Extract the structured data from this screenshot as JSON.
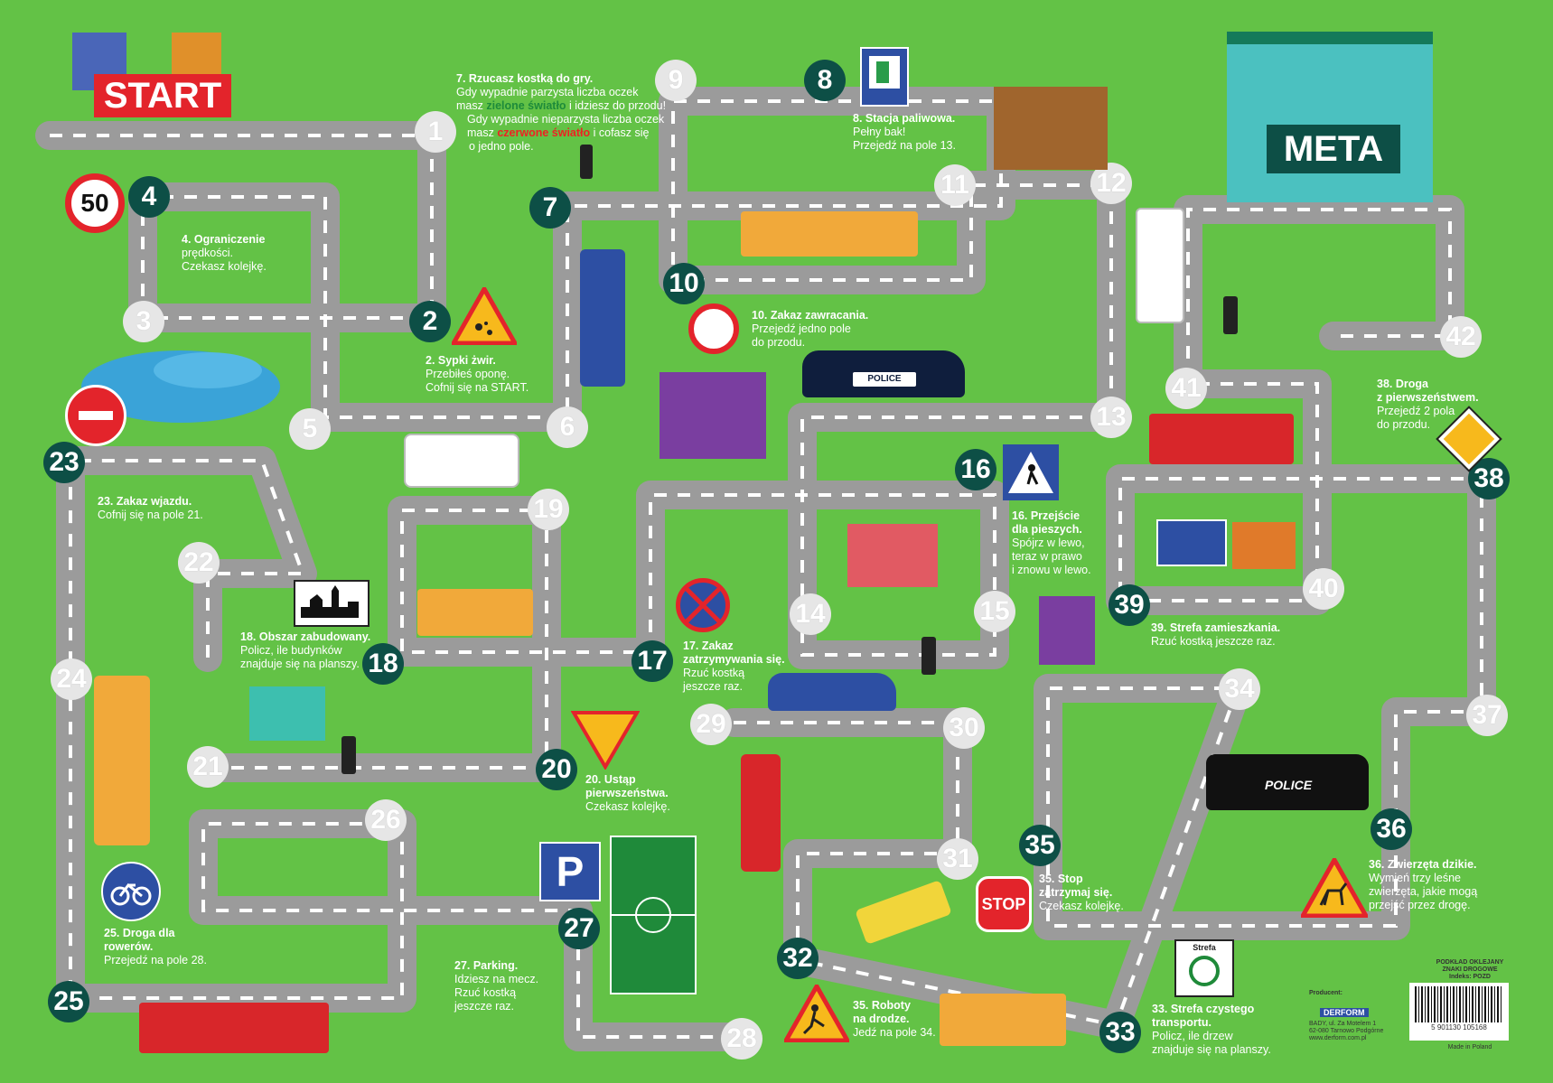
{
  "labels": {
    "start": "START",
    "meta": "META",
    "speed_limit": "50",
    "stop_sign": "STOP",
    "parking_sign": "P",
    "clean_zone_sign": "Strefa",
    "police_car": "POLICE",
    "police_suv": "POLICE",
    "brand": "DERFORM"
  },
  "fields": [
    "1",
    "2",
    "3",
    "4",
    "5",
    "6",
    "7",
    "8",
    "9",
    "10",
    "11",
    "12",
    "13",
    "14",
    "15",
    "16",
    "17",
    "18",
    "19",
    "20",
    "21",
    "22",
    "23",
    "24",
    "25",
    "26",
    "27",
    "28",
    "29",
    "30",
    "31",
    "32",
    "33",
    "34",
    "35",
    "36",
    "37",
    "38",
    "39",
    "40",
    "41",
    "42"
  ],
  "rules": {
    "r2": {
      "title": "2. Sypki żwir.",
      "lines": [
        "Przebiłeś oponę.",
        "Cofnij się na START."
      ]
    },
    "r4": {
      "title": "4. Ograniczenie",
      "lines": [
        "prędkości.",
        "Czekasz kolejkę."
      ]
    },
    "r7": {
      "title": "7. Rzucasz kostką do gry.",
      "l1": "Gdy wypadnie parzysta liczba oczek",
      "l2a": "masz ",
      "l2b": "zielone światło",
      "l2c": " i idziesz do przodu!",
      "l3": "Gdy wypadnie nieparzysta liczba oczek",
      "l4a": "masz ",
      "l4b": "czerwone światło",
      "l4c": " i cofasz się",
      "l5": "o jedno pole."
    },
    "r8": {
      "title": "8. Stacja paliwowa.",
      "lines": [
        "Pełny bak!",
        "Przejedź na pole 13."
      ]
    },
    "r10": {
      "title": "10. Zakaz zawracania.",
      "lines": [
        "Przejedź jedno pole",
        "do przodu."
      ]
    },
    "r16": {
      "title": "16. Przejście",
      "lines": [
        "dla pieszych.",
        "Spójrz w lewo,",
        "teraz w prawo",
        "i znowu w lewo."
      ]
    },
    "r17": {
      "title": "17. Zakaz",
      "lines": [
        "zatrzymywania się.",
        "Rzuć kostką",
        "jeszcze raz."
      ]
    },
    "r18": {
      "title": "18. Obszar zabudowany.",
      "lines": [
        "Policz, ile budynków",
        "znajduje się na planszy."
      ]
    },
    "r20": {
      "title": "20. Ustąp",
      "lines": [
        "pierwszeństwa.",
        "Czekasz kolejkę."
      ]
    },
    "r23": {
      "title": "23. Zakaz wjazdu.",
      "lines": [
        "Cofnij się na pole 21."
      ]
    },
    "r25": {
      "title": "25. Droga dla",
      "lines": [
        "rowerów.",
        "Przejedź na pole 28."
      ]
    },
    "r27": {
      "title": "27. Parking.",
      "lines": [
        "Idziesz na mecz.",
        "Rzuć kostką",
        "jeszcze raz."
      ]
    },
    "r33": {
      "title": "33. Strefa czystego",
      "lines": [
        "transportu.",
        "Policz, ile drzew",
        "znajduje się na planszy."
      ]
    },
    "r35a": {
      "title": "35. Roboty",
      "lines": [
        "na drodze.",
        "Jedź na pole 34."
      ]
    },
    "r35b": {
      "title": "35. Stop",
      "lines": [
        "zatrzymaj się.",
        "Czekasz kolejkę."
      ]
    },
    "r36": {
      "title": "36. Zwierzęta dzikie.",
      "lines": [
        "Wymień trzy leśne",
        "zwierzęta, jakie mogą",
        "przejść przez drogę."
      ]
    },
    "r38": {
      "title": "38. Droga",
      "lines": [
        "z pierwszeństwem.",
        "Przejedź 2 pola",
        "do przodu."
      ]
    },
    "r39": {
      "title": "39. Strefa zamieszkania.",
      "lines": [
        "Rzuć kostką jeszcze raz."
      ]
    }
  },
  "footer": {
    "label_lines": [
      "PODKŁAD OKLEJANY",
      "ZNAKI DROGOWE",
      "Indeks: POZD"
    ],
    "barcode_number": "5 901130 105168",
    "made_in": "Made in Poland",
    "producer_label": "Producent:",
    "producer_lines": [
      "BADY, ul. Za Motelem 1",
      "62-080 Tarnowo Podgórne",
      "www.derform.com.pl"
    ]
  }
}
